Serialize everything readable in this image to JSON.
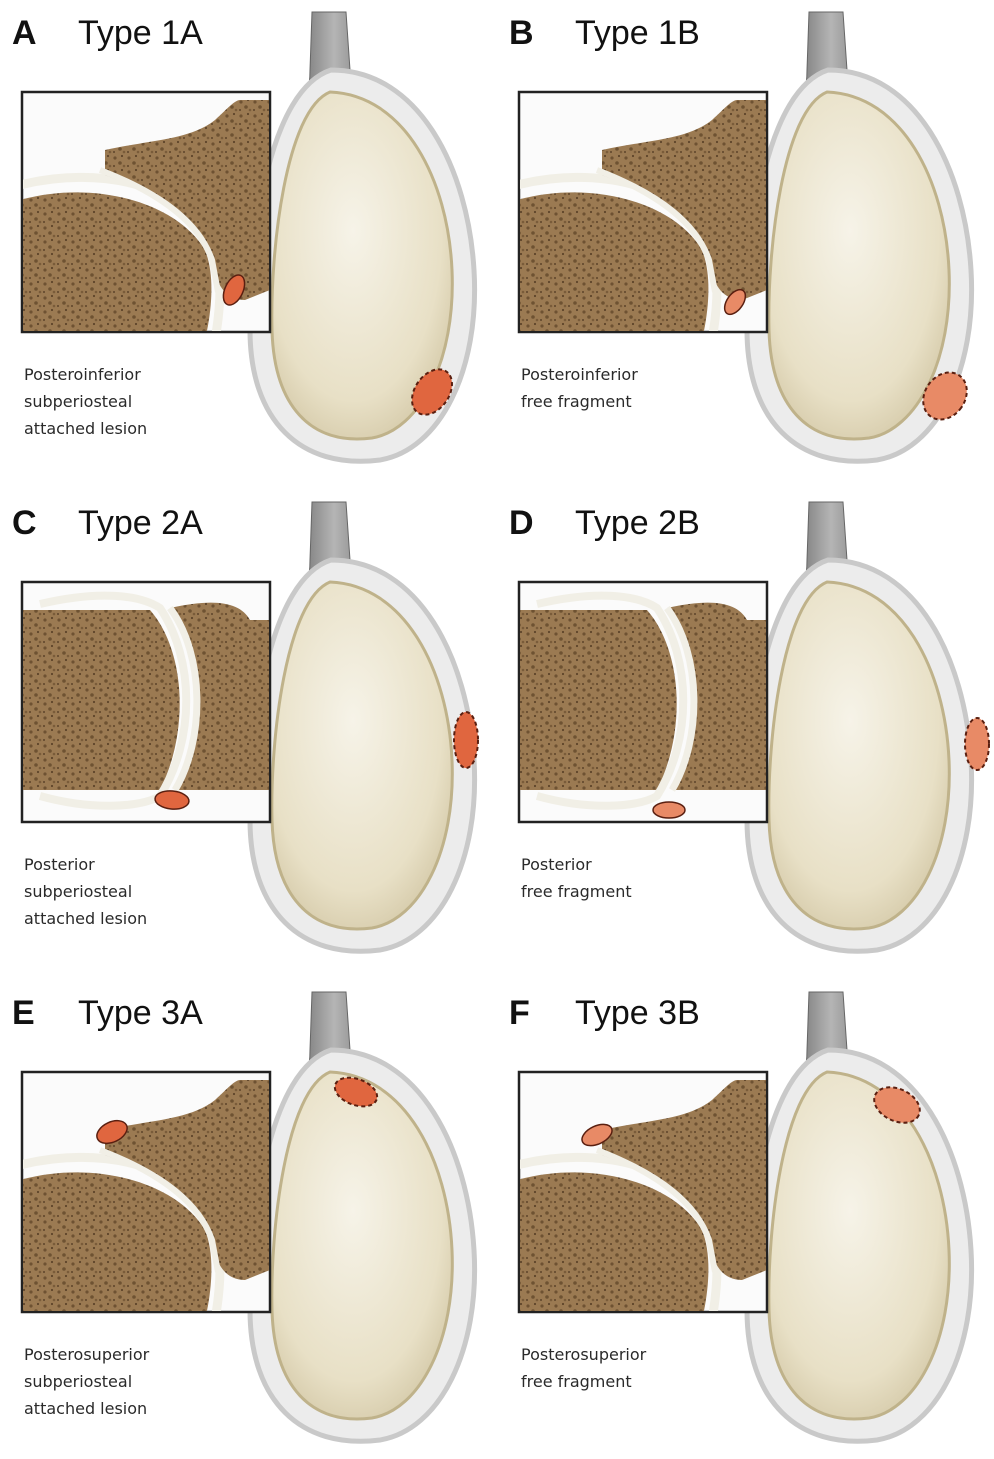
{
  "colors": {
    "lesion": "#e0663f",
    "lesion_free": "#e88a66",
    "lesion_outline": "#5a1f10",
    "bone": "#9b7a52",
    "bone_dark": "#6e5232",
    "cartilage": "#f1efe6",
    "glenoid_face": "#e6dfc8",
    "rim": "#c9c9c9",
    "tendon": "#8d8d8d",
    "frame": "#222222"
  },
  "panels": [
    {
      "letter": "A",
      "title": "Type 1A",
      "caption": [
        "Posteroinferior",
        "subperiosteal",
        "attached lesion"
      ],
      "location": "posteroinferior",
      "lesion": "attached"
    },
    {
      "letter": "B",
      "title": "Type 1B",
      "caption": [
        "Posteroinferior",
        "free fragment"
      ],
      "location": "posteroinferior",
      "lesion": "free"
    },
    {
      "letter": "C",
      "title": "Type 2A",
      "caption": [
        "Posterior",
        "subperiosteal",
        "attached lesion"
      ],
      "location": "posterior",
      "lesion": "attached"
    },
    {
      "letter": "D",
      "title": "Type 2B",
      "caption": [
        "Posterior",
        "free fragment"
      ],
      "location": "posterior",
      "lesion": "free"
    },
    {
      "letter": "E",
      "title": "Type 3A",
      "caption": [
        "Posterosuperior",
        "subperiosteal",
        "attached lesion"
      ],
      "location": "posterosuperior",
      "lesion": "attached"
    },
    {
      "letter": "F",
      "title": "Type 3B",
      "caption": [
        "Posterosuperior",
        "free fragment"
      ],
      "location": "posterosuperior",
      "lesion": "free"
    }
  ]
}
